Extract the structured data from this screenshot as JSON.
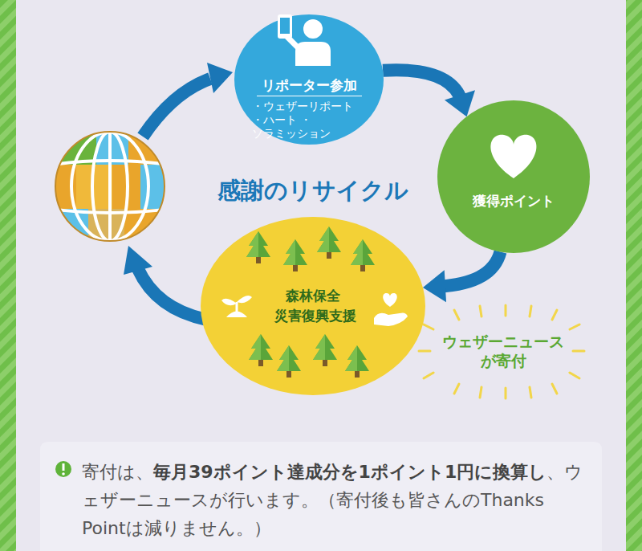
{
  "diagram": {
    "title": "感謝のリサイクル",
    "nodes": [
      {
        "text": [
          "リポーター参加",
          "・ウェザーリポート ・ハート ・ソラミッション"
        ]
      },
      {
        "text": [
          "獲得ポイント"
        ]
      },
      {
        "text": [
          "森林保全 災害復興支援"
        ]
      },
      {
        "text": [
          "寄付は、",
          "毎月39ポイント達成分を1ポイント1円に換算し",
          "、ウェザーニュースが行います。（寄付後も皆さんのThanks Pointは減りません。）"
        ]
      }
    ],
    "edges": [
      {
        "from": 0,
        "to": 1,
        "arrow": "to"
      },
      {
        "from": 1,
        "to": 2,
        "arrow": "to",
        "label": "ウェザーニュースが寄付"
      }
    ]
  }
}
